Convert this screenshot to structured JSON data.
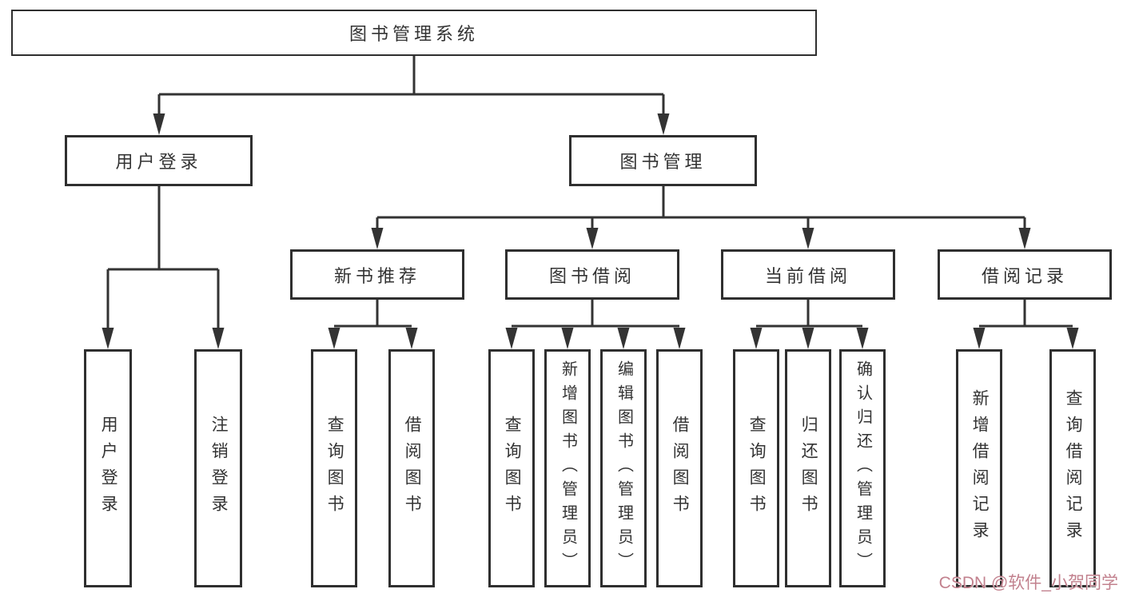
{
  "colors": {
    "background": "#ffffff",
    "box_border": "#2f2f2f",
    "line": "#333333",
    "text": "#333333",
    "watermark": "#c2818e"
  },
  "watermark": {
    "text": "CSDN @软件_小贺同学"
  },
  "tree": {
    "label": "图书管理系统",
    "children": [
      {
        "label": "用户登录",
        "children": [
          {
            "label": "用户登录"
          },
          {
            "label": "注销登录"
          }
        ]
      },
      {
        "label": "图书管理",
        "children": [
          {
            "label": "新书推荐",
            "children": [
              {
                "label": "查询图书"
              },
              {
                "label": "借阅图书"
              }
            ]
          },
          {
            "label": "图书借阅",
            "children": [
              {
                "label": "查询图书"
              },
              {
                "label": "新增图书（管理员）"
              },
              {
                "label": "编辑图书（管理员）"
              },
              {
                "label": "借阅图书"
              }
            ]
          },
          {
            "label": "当前借阅",
            "children": [
              {
                "label": "查询图书"
              },
              {
                "label": "归还图书"
              },
              {
                "label": "确认归还（管理员）"
              }
            ]
          },
          {
            "label": "借阅记录",
            "children": [
              {
                "label": "新增借阅记录"
              },
              {
                "label": "查询借阅记录"
              }
            ]
          }
        ]
      }
    ]
  }
}
